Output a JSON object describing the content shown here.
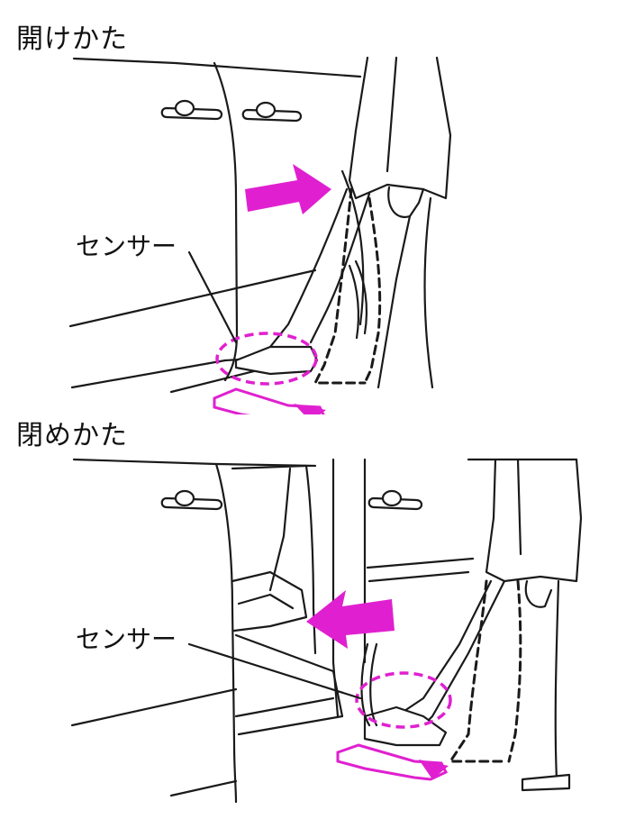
{
  "colors": {
    "accent": "#e020d0",
    "line": "#1a1a1a"
  },
  "section_open": {
    "heading": "開けかた",
    "sensor_label": "センサー"
  },
  "section_close": {
    "heading": "閉めかた",
    "sensor_label": "センサー"
  }
}
